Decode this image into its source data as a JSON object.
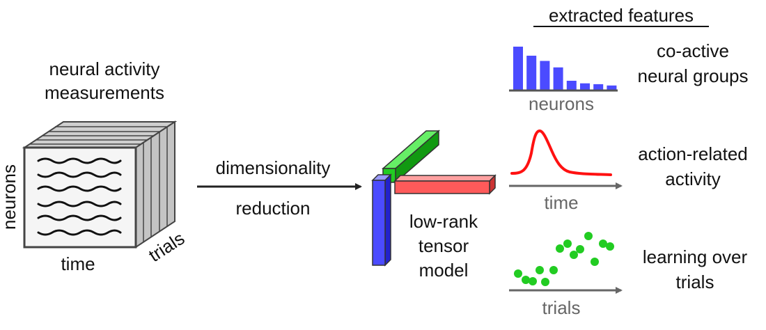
{
  "input": {
    "title_line1": "neural activity",
    "title_line2": "measurements",
    "axis_neurons": "neurons",
    "axis_time": "time",
    "axis_trials": "trials"
  },
  "process": {
    "line1": "dimensionality",
    "line2": "reduction"
  },
  "model": {
    "line1": "low-rank",
    "line2": "tensor",
    "line3": "model",
    "colors": {
      "neurons": "#4b4bff",
      "time": "#ff5a5a",
      "trials": "#22cc22"
    }
  },
  "features": {
    "header": "extracted features",
    "neurons_panel": {
      "axis_label": "neurons",
      "desc_line1": "co-active",
      "desc_line2": "neural groups",
      "bar_values": [
        1.0,
        0.79,
        0.67,
        0.52,
        0.21,
        0.15,
        0.13,
        0.1
      ]
    },
    "time_panel": {
      "axis_label": "time",
      "desc_line1": "action-related",
      "desc_line2": "activity"
    },
    "trials_panel": {
      "axis_label": "trials",
      "desc_line1": "learning over",
      "desc_line2": "trials"
    }
  }
}
